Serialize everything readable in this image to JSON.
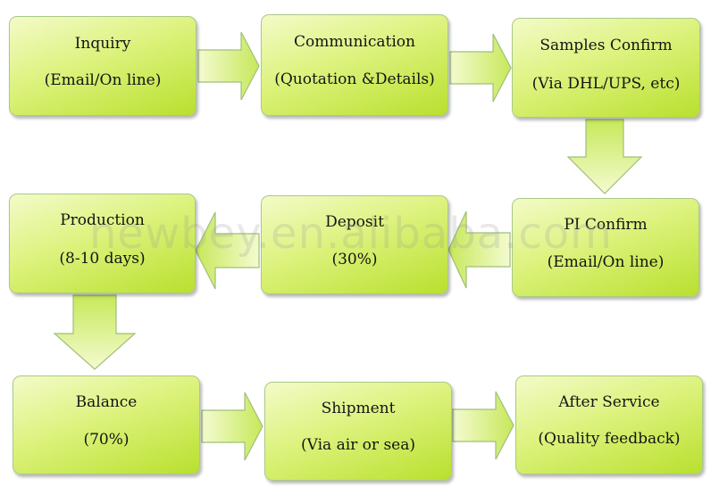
{
  "steps": [
    {
      "title": "Inquiry",
      "detail": "(Email/On line)"
    },
    {
      "title": "Communication",
      "detail": "(Quotation &Details)"
    },
    {
      "title": "Samples Confirm",
      "detail": "(Via DHL/UPS, etc)"
    },
    {
      "title": "Production",
      "detail": "(8-10 days)"
    },
    {
      "title": "Deposit",
      "detail": "(30%)"
    },
    {
      "title": "PI Confirm",
      "detail": "(Email/On line)"
    },
    {
      "title": "Balance",
      "detail": "(70%)"
    },
    {
      "title": "Shipment",
      "detail": "(Via air or sea)"
    },
    {
      "title": "After Service",
      "detail": "(Quality feedback)"
    }
  ],
  "watermark": "newbey.en.alibaba.com",
  "colors": {
    "box_top": "#f3fbc8",
    "box_bottom": "#b9e02e",
    "border": "#a9c988"
  }
}
